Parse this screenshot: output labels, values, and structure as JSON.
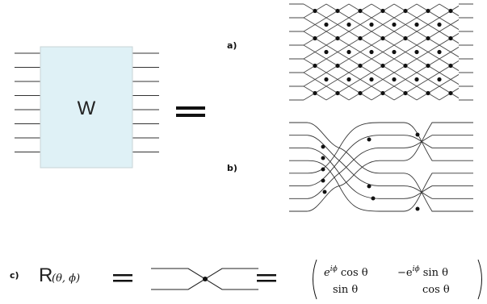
{
  "box": {
    "label": "W",
    "fill": "#dff1f6"
  },
  "panels": {
    "a": "a)",
    "b": "b)",
    "c": "c)"
  },
  "equation": {
    "op_label": "R",
    "op_args": "(θ, ϕ)",
    "matrix": {
      "r1c1": "e",
      "r1c1_sup": "iϕ",
      "r1c1_tail": " cos θ",
      "r1c2": "−e",
      "r1c2_sup": "iϕ",
      "r1c2_tail": " sin θ",
      "r2c1": "sin θ",
      "r2c2": "cos θ"
    }
  },
  "colors": {
    "line": "#222222",
    "box_border": "#9aa9ad"
  }
}
